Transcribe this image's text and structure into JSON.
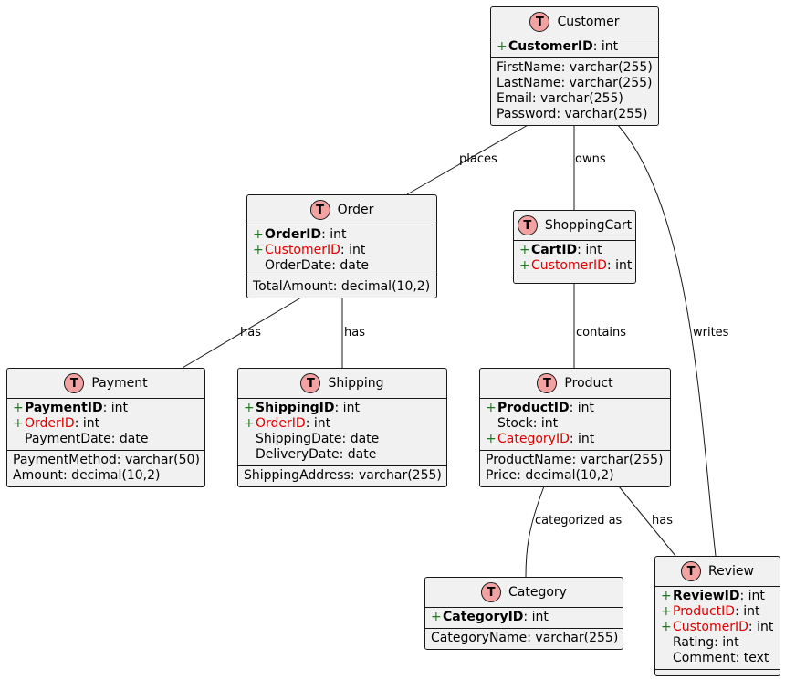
{
  "tables": [
    {
      "id": "customer",
      "title": "Customer",
      "badge": "T",
      "keys": [
        {
          "marker": "+",
          "name": "CustomerID",
          "type": ": int",
          "kind": "pk"
        }
      ],
      "attrs": [
        {
          "text": "FirstName: varchar(255)"
        },
        {
          "text": "LastName: varchar(255)"
        },
        {
          "text": "Email: varchar(255)"
        },
        {
          "text": "Password: varchar(255)"
        }
      ]
    },
    {
      "id": "order",
      "title": "Order",
      "badge": "T",
      "keys": [
        {
          "marker": "+",
          "name": "OrderID",
          "type": ": int",
          "kind": "pk"
        },
        {
          "marker": "+",
          "name": "CustomerID",
          "type": ": int",
          "kind": "fk"
        },
        {
          "marker": "",
          "name": "OrderDate: date",
          "type": "",
          "kind": "plain"
        }
      ],
      "attrs": [
        {
          "text": "TotalAmount: decimal(10,2)"
        }
      ]
    },
    {
      "id": "shoppingcart",
      "title": "ShoppingCart",
      "badge": "T",
      "keys": [
        {
          "marker": "+",
          "name": "CartID",
          "type": ": int",
          "kind": "pk"
        },
        {
          "marker": "+",
          "name": "CustomerID",
          "type": ": int",
          "kind": "fk"
        }
      ],
      "attrs": []
    },
    {
      "id": "payment",
      "title": "Payment",
      "badge": "T",
      "keys": [
        {
          "marker": "+",
          "name": "PaymentID",
          "type": ": int",
          "kind": "pk"
        },
        {
          "marker": "+",
          "name": "OrderID",
          "type": ": int",
          "kind": "fk"
        },
        {
          "marker": "",
          "name": "PaymentDate: date",
          "type": "",
          "kind": "plain"
        }
      ],
      "attrs": [
        {
          "text": "PaymentMethod: varchar(50)"
        },
        {
          "text": "Amount: decimal(10,2)"
        }
      ]
    },
    {
      "id": "shipping",
      "title": "Shipping",
      "badge": "T",
      "keys": [
        {
          "marker": "+",
          "name": "ShippingID",
          "type": ": int",
          "kind": "pk"
        },
        {
          "marker": "+",
          "name": "OrderID",
          "type": ": int",
          "kind": "fk"
        },
        {
          "marker": "",
          "name": "ShippingDate: date",
          "type": "",
          "kind": "plain"
        },
        {
          "marker": "",
          "name": "DeliveryDate: date",
          "type": "",
          "kind": "plain"
        }
      ],
      "attrs": [
        {
          "text": "ShippingAddress: varchar(255)"
        }
      ]
    },
    {
      "id": "product",
      "title": "Product",
      "badge": "T",
      "keys": [
        {
          "marker": "+",
          "name": "ProductID",
          "type": ": int",
          "kind": "pk"
        },
        {
          "marker": "",
          "name": "Stock: int",
          "type": "",
          "kind": "plain"
        },
        {
          "marker": "+",
          "name": "CategoryID",
          "type": ": int",
          "kind": "fk"
        }
      ],
      "attrs": [
        {
          "text": "ProductName: varchar(255)"
        },
        {
          "text": "Price: decimal(10,2)"
        }
      ]
    },
    {
      "id": "category",
      "title": "Category",
      "badge": "T",
      "keys": [
        {
          "marker": "+",
          "name": "CategoryID",
          "type": ": int",
          "kind": "pk"
        }
      ],
      "attrs": [
        {
          "text": "CategoryName: varchar(255)"
        }
      ]
    },
    {
      "id": "review",
      "title": "Review",
      "badge": "T",
      "keys": [
        {
          "marker": "+",
          "name": "ReviewID",
          "type": ": int",
          "kind": "pk"
        },
        {
          "marker": "+",
          "name": "ProductID",
          "type": ": int",
          "kind": "fk"
        },
        {
          "marker": "+",
          "name": "CustomerID",
          "type": ": int",
          "kind": "fk"
        },
        {
          "marker": "",
          "name": "Rating: int",
          "type": "",
          "kind": "plain"
        },
        {
          "marker": "",
          "name": "Comment: text",
          "type": "",
          "kind": "plain"
        }
      ],
      "attrs": []
    }
  ],
  "relations": [
    {
      "id": "customer-order",
      "label": "places"
    },
    {
      "id": "customer-cart",
      "label": "owns"
    },
    {
      "id": "customer-review",
      "label": "writes"
    },
    {
      "id": "order-payment",
      "label": "has"
    },
    {
      "id": "order-shipping",
      "label": "has"
    },
    {
      "id": "cart-product",
      "label": "contains"
    },
    {
      "id": "product-category",
      "label": "categorized as"
    },
    {
      "id": "product-review",
      "label": "has"
    }
  ]
}
